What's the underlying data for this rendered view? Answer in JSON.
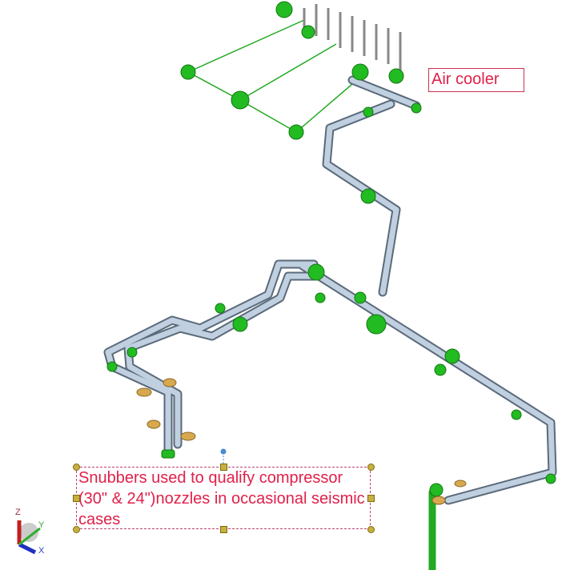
{
  "annotations": {
    "air_cooler": "Air cooler",
    "snubber_note": "Snubbers used to qualify compressor (30\" & 24\")nozzles in occasional seismic cases"
  },
  "axis_triad": {
    "z": "Z",
    "y": "Y",
    "x": "X"
  },
  "colors": {
    "pipe": "#b8c8d8",
    "support": "#22bb22",
    "snubber": "#d8a850",
    "annotation": "#e0204a"
  }
}
